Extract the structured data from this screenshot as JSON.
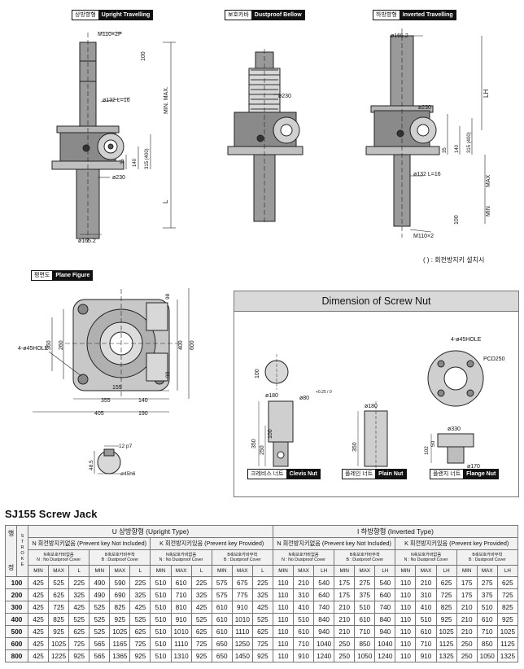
{
  "views": {
    "upright": {
      "ko": "상방향형",
      "en": "Upright Travelling"
    },
    "dustproof": {
      "ko": "보호카바",
      "en": "Dustproof Bellow"
    },
    "inverted": {
      "ko": "하방향형",
      "en": "Inverted Travelling"
    },
    "plane": {
      "ko": "평면도",
      "en": "Plane Figure"
    }
  },
  "dims_upright": {
    "m110": "M110×2P",
    "d132": "ø132  L=16",
    "d230": "ø230",
    "d165": "ø165.2",
    "d100": "100",
    "minmax": "MIN.  MAX.",
    "l": "L",
    "d35": "35",
    "d140": "140",
    "d315": "315 (400)"
  },
  "dims_dust": {
    "d230": "ø230"
  },
  "dims_inverted": {
    "d165": "ø165.2",
    "lh": "LH",
    "d230": "ø230",
    "d132": "ø132  L=16",
    "max": "MAX",
    "min": "MIN",
    "d100": "100",
    "m110": "M110×2",
    "d35": "35",
    "d140": "140",
    "d315": "315 (400)"
  },
  "key_note": "(     ) : 회전방지키 설치시",
  "dims_plane": {
    "d98a": "98",
    "d98b": "98",
    "d360": "360",
    "d260": "260",
    "d400": "400",
    "d600": "600",
    "hole": "4-ø45HOLE",
    "d155": "155",
    "d355": "355",
    "d140": "140",
    "d405": "405",
    "d190": "190"
  },
  "dims_key": {
    "w": "12 p7",
    "h": "48.5",
    "d": "ø45h6"
  },
  "nut_section": {
    "title": "Dimension of Screw Nut",
    "dims": {
      "d100a": "100",
      "d180a": "ø180",
      "d80": "ø80",
      "tol": "+0.25 / 0",
      "d350a": "350",
      "d250": "250",
      "d100b": "100",
      "d180b": "ø180",
      "d350b": "350",
      "hole": "4-ø45HOLE",
      "pcd": "PCD250",
      "d330": "ø330",
      "d102": "102",
      "d50": "50",
      "d170": "ø170"
    },
    "clevis": {
      "ko": "크레비스 너트",
      "en": "Clevis Nut"
    },
    "plain": {
      "ko": "플레인 너트",
      "en": "Plain Nut"
    },
    "flange": {
      "ko": "플랜지 너트",
      "en": "Flange Nut"
    }
  },
  "table": {
    "title": "SJ155 Screw Jack",
    "header_stroke_ko": [
      "행",
      "정"
    ],
    "header_stroke_en": [
      "S",
      "T",
      "R",
      "O",
      "K",
      "E"
    ],
    "u_type": "U  상방향형  (Upright  Type)",
    "i_type": "I  하방향형  (Inverted  Type)",
    "n_key": "N 회전방지키없음 (Prevent key Not Included)",
    "k_key": "K 회전방지키있음 (Prevent key Provided)",
    "n_cover": [
      "N축보호카바없음",
      "N : No Dustproof Cover"
    ],
    "b_cover": [
      "B축보호카바부착",
      "B : Dustproof Cover"
    ],
    "cols_u": [
      "MIN",
      "MAX",
      "L"
    ],
    "cols_i": [
      "MIN",
      "MAX",
      "LH"
    ],
    "rows": [
      {
        "stroke": "100",
        "values": [
          "425",
          "525",
          "225",
          "490",
          "590",
          "225",
          "510",
          "610",
          "225",
          "575",
          "675",
          "225",
          "110",
          "210",
          "540",
          "175",
          "275",
          "540",
          "110",
          "210",
          "625",
          "175",
          "275",
          "625"
        ]
      },
      {
        "stroke": "200",
        "values": [
          "425",
          "625",
          "325",
          "490",
          "690",
          "325",
          "510",
          "710",
          "325",
          "575",
          "775",
          "325",
          "110",
          "310",
          "640",
          "175",
          "375",
          "640",
          "110",
          "310",
          "725",
          "175",
          "375",
          "725"
        ]
      },
      {
        "stroke": "300",
        "values": [
          "425",
          "725",
          "425",
          "525",
          "825",
          "425",
          "510",
          "810",
          "425",
          "610",
          "910",
          "425",
          "110",
          "410",
          "740",
          "210",
          "510",
          "740",
          "110",
          "410",
          "825",
          "210",
          "510",
          "825"
        ]
      },
      {
        "stroke": "400",
        "values": [
          "425",
          "825",
          "525",
          "525",
          "925",
          "525",
          "510",
          "910",
          "525",
          "610",
          "1010",
          "525",
          "110",
          "510",
          "840",
          "210",
          "610",
          "840",
          "110",
          "510",
          "925",
          "210",
          "610",
          "925"
        ]
      },
      {
        "stroke": "500",
        "values": [
          "425",
          "925",
          "625",
          "525",
          "1025",
          "625",
          "510",
          "1010",
          "625",
          "610",
          "1110",
          "625",
          "110",
          "610",
          "940",
          "210",
          "710",
          "940",
          "110",
          "610",
          "1025",
          "210",
          "710",
          "1025"
        ]
      },
      {
        "stroke": "600",
        "values": [
          "425",
          "1025",
          "725",
          "565",
          "1165",
          "725",
          "510",
          "1110",
          "725",
          "650",
          "1250",
          "725",
          "110",
          "710",
          "1040",
          "250",
          "850",
          "1040",
          "110",
          "710",
          "1125",
          "250",
          "850",
          "1125"
        ]
      },
      {
        "stroke": "800",
        "values": [
          "425",
          "1225",
          "925",
          "565",
          "1365",
          "925",
          "510",
          "1310",
          "925",
          "650",
          "1450",
          "925",
          "110",
          "910",
          "1240",
          "250",
          "1050",
          "1240",
          "110",
          "910",
          "1325",
          "250",
          "1050",
          "1325"
        ]
      }
    ]
  }
}
